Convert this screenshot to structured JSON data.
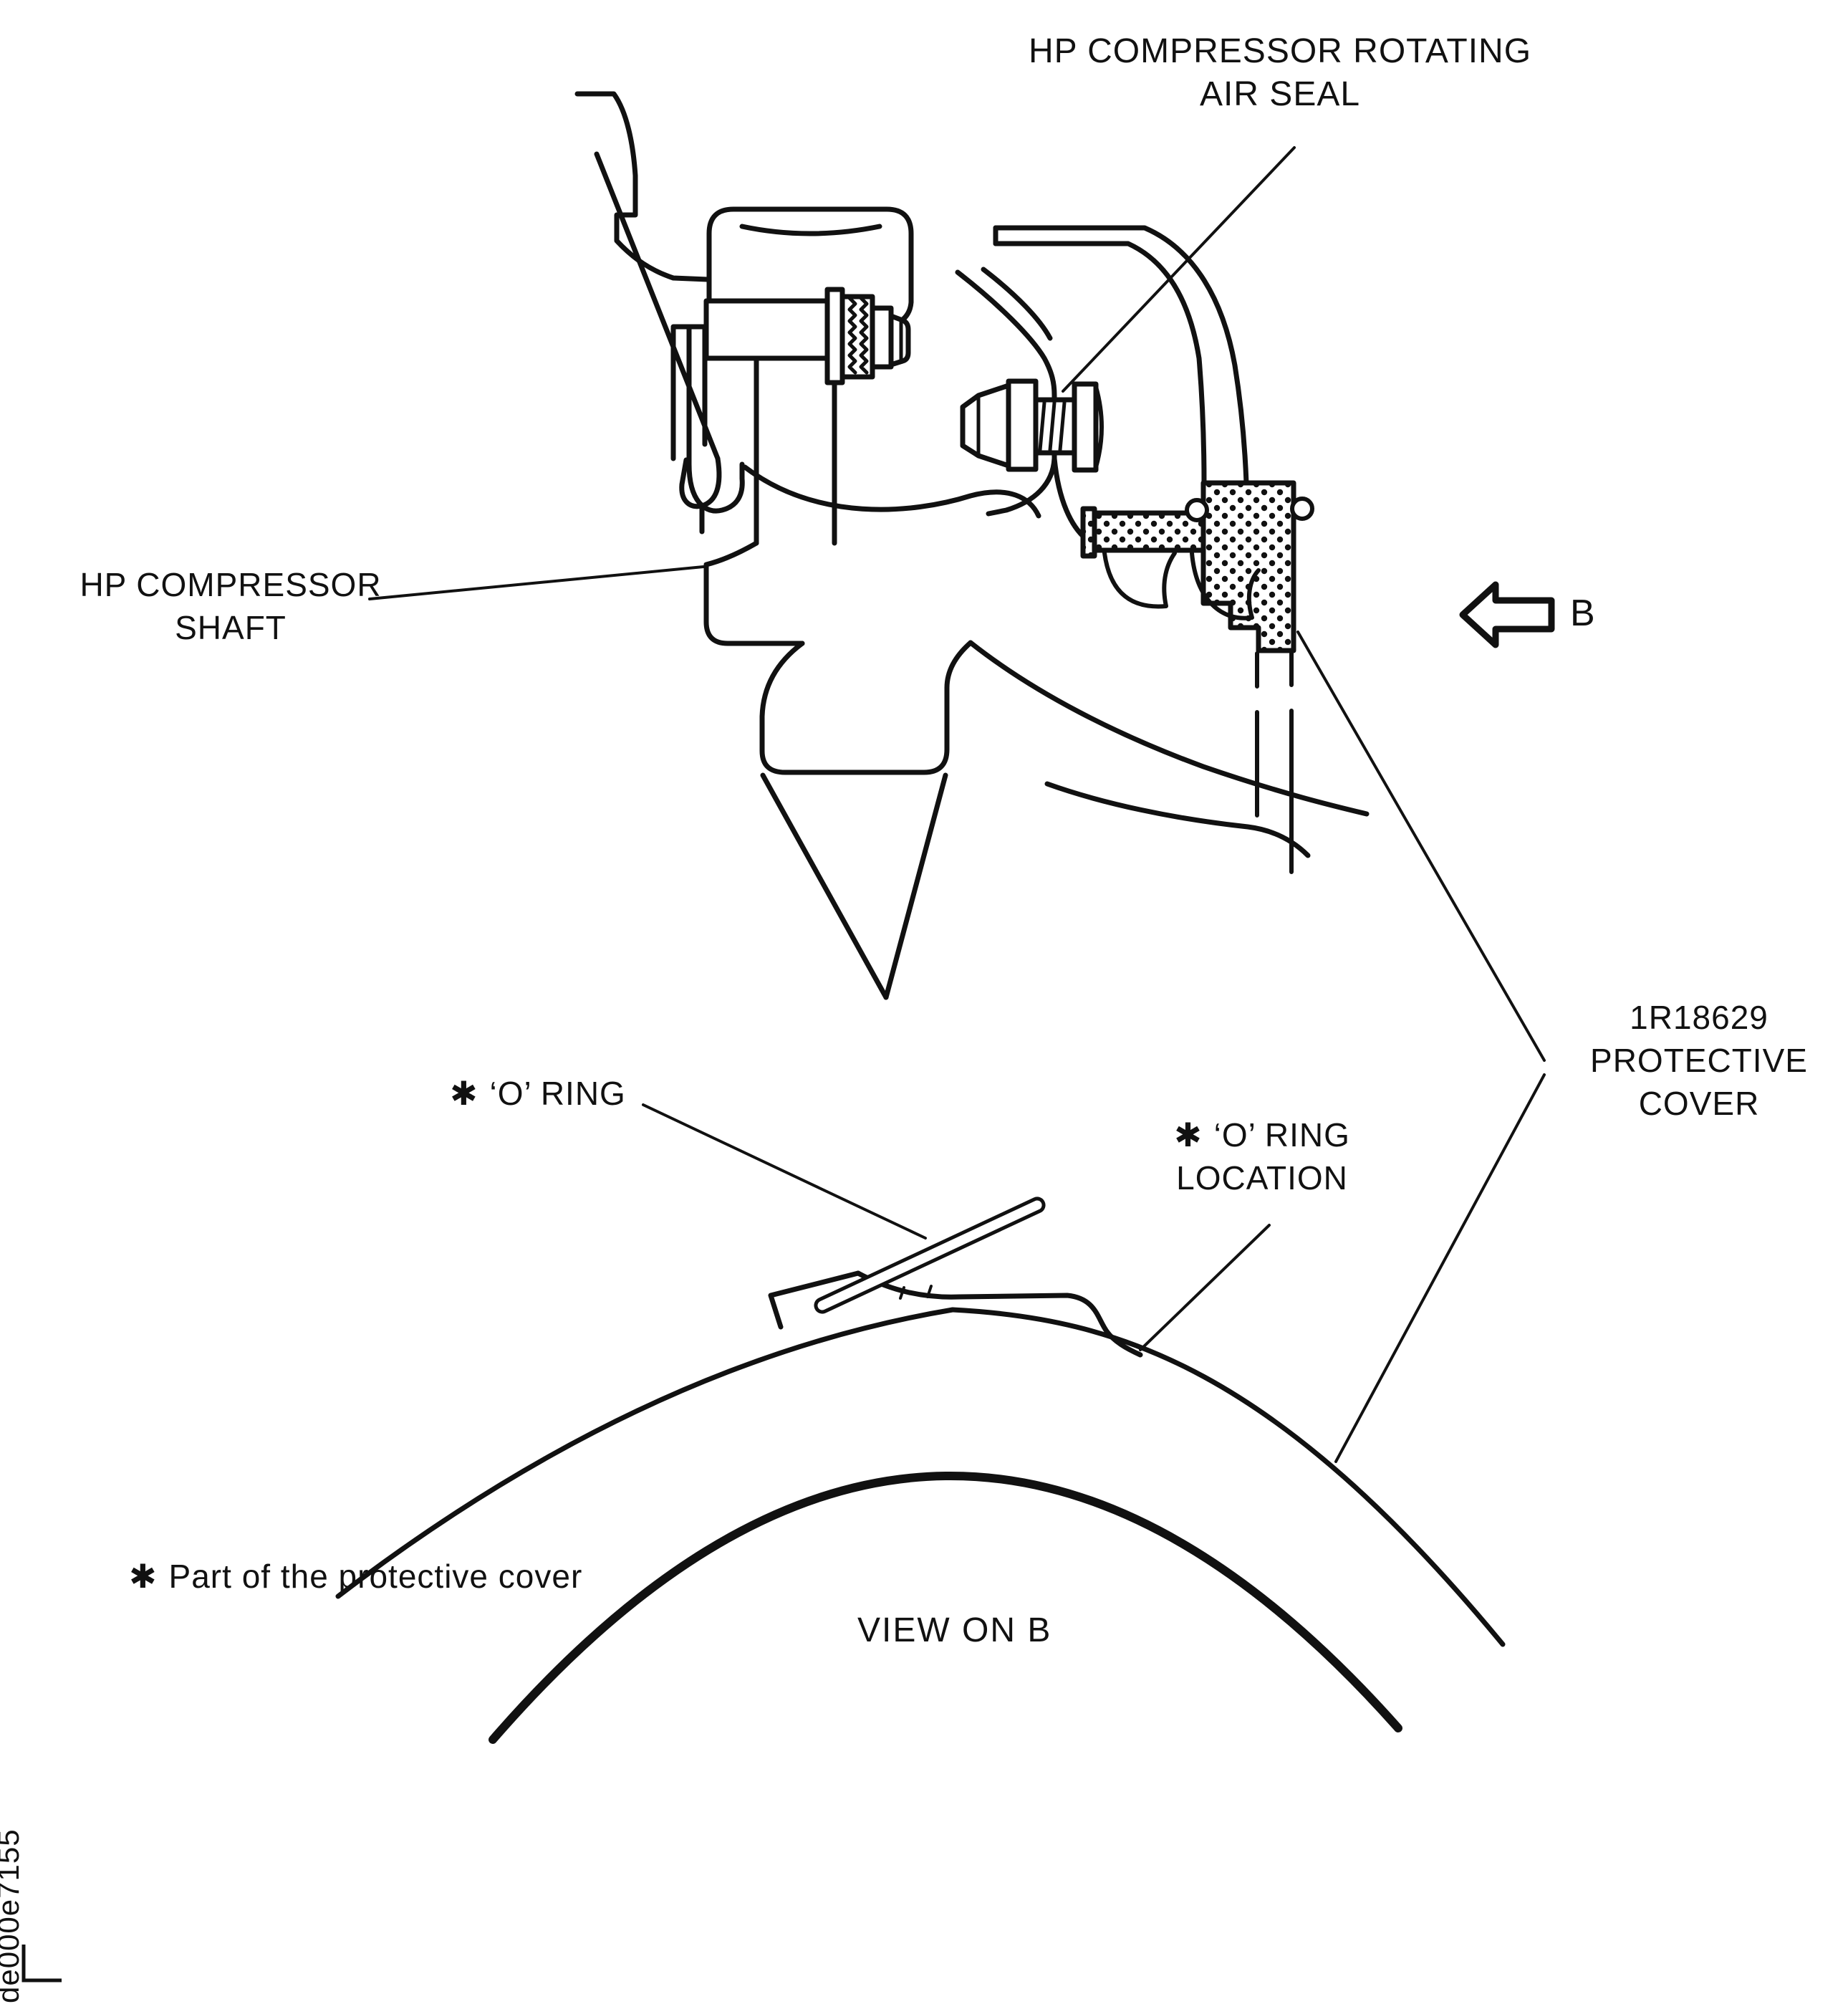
{
  "figure": {
    "labels": {
      "air_seal": {
        "line1": "HP COMPRESSOR ROTATING",
        "line2": "AIR SEAL"
      },
      "shaft": {
        "line1": "HP COMPRESSOR",
        "line2": "SHAFT"
      },
      "protective_cover": {
        "line1": "1R18629",
        "line2": "PROTECTIVE",
        "line3": "COVER"
      },
      "o_ring": {
        "marker": "✱",
        "text": "‘O’ RING"
      },
      "o_ring_location": {
        "marker": "✱",
        "line1": "‘O’ RING",
        "line2": "LOCATION"
      },
      "view_direction_letter": "B",
      "view_caption": "VIEW ON B",
      "footnote": {
        "marker": "✱",
        "text": "Part of the protective cover"
      },
      "doc_code": "de000e7155"
    },
    "colors": {
      "ink": "#111111",
      "paper": "#ffffff"
    }
  }
}
